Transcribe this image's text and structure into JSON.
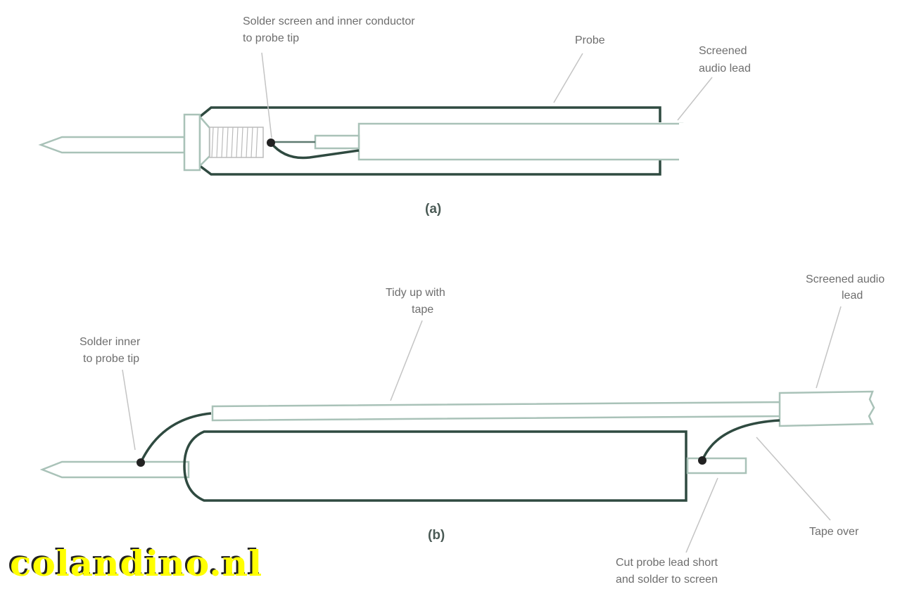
{
  "figure_a": {
    "caption": "(a)",
    "label_solder_line1": "Solder screen and inner conductor",
    "label_solder_line2": "to probe tip",
    "label_probe": "Probe",
    "label_lead_line1": "Screened",
    "label_lead_line2": "audio lead"
  },
  "figure_b": {
    "caption": "(b)",
    "label_tidy_line1": "Tidy up with",
    "label_tidy_line2": "tape",
    "label_lead_line1": "Screened audio",
    "label_lead_line2": "lead",
    "label_solder_line1": "Solder inner",
    "label_solder_line2": "to probe tip",
    "label_tape_over": "Tape over",
    "label_cut_line1": "Cut probe lead short",
    "label_cut_line2": "and solder to screen"
  },
  "watermark": "colandino.nl"
}
